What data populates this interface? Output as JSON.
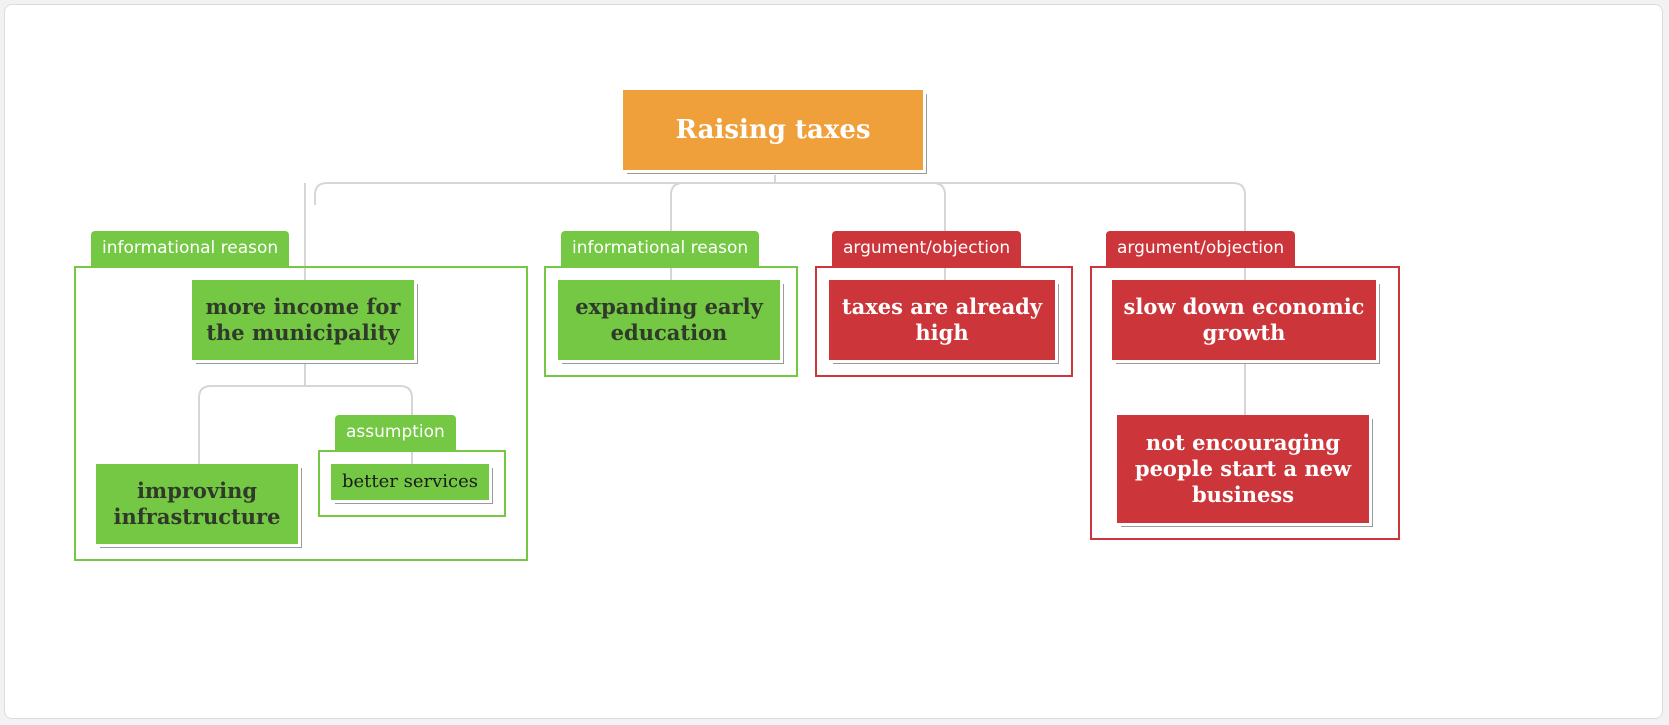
{
  "colors": {
    "root": "#f0a03a",
    "reason": "#74c843",
    "objection": "#cc3539",
    "reason_border": "#74c843",
    "objection_border": "#cc3539"
  },
  "root": {
    "label": "Raising taxes"
  },
  "tags": {
    "informational_reason": "informational reason",
    "argument_objection": "argument/objection",
    "assumption": "assumption"
  },
  "nodes": {
    "more_income": "more income for the municipality",
    "improving_infrastructure": "improving infrastructure",
    "better_services": "better services",
    "expanding_early_education": "expanding early education",
    "taxes_already_high": "taxes are already high",
    "slow_down_growth": "slow down economic growth",
    "not_encouraging": "not encouraging people start a new business"
  }
}
